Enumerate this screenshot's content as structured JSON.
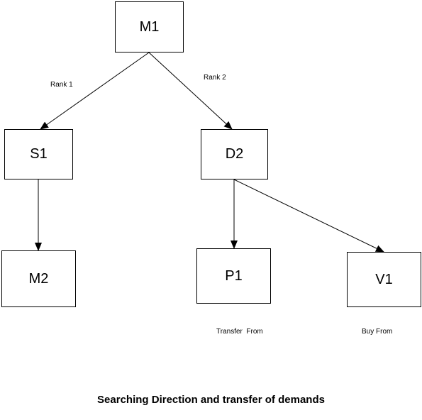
{
  "nodes": {
    "m1": "M1",
    "s1": "S1",
    "d2": "D2",
    "m2": "M2",
    "p1": "P1",
    "v1": "V1"
  },
  "edge_labels": {
    "rank1": "Rank 1",
    "rank2": "Rank 2",
    "transfer_from": "Transfer  From",
    "buy_from": "Buy From"
  },
  "caption": "Searching Direction and transfer of demands",
  "colors": {
    "stroke": "#000000",
    "background": "#ffffff"
  }
}
